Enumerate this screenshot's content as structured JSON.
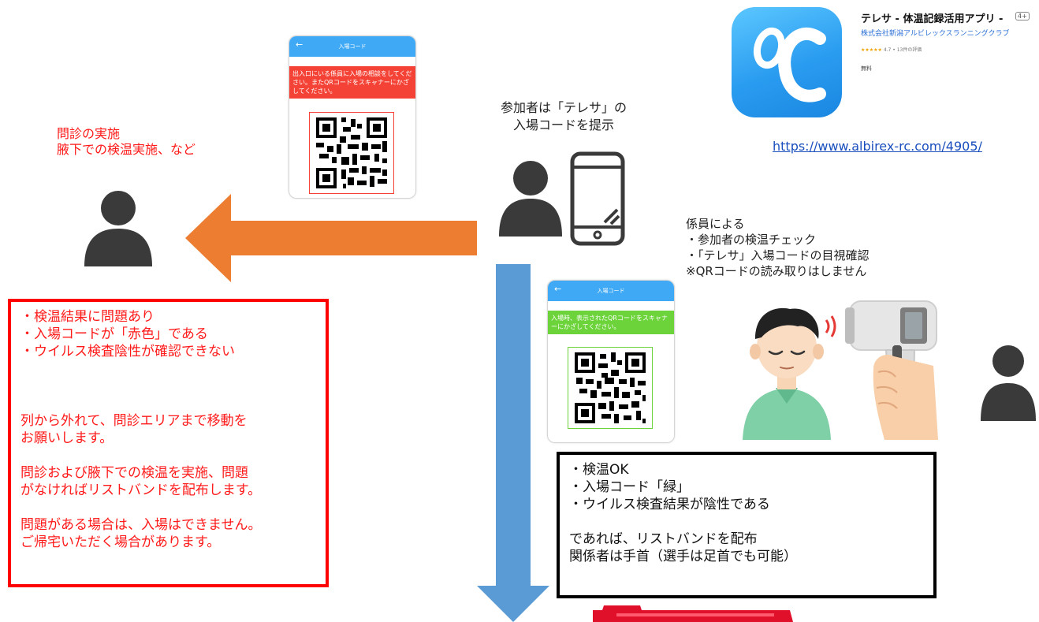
{
  "app": {
    "title": "テレサ - 体温記録活用アプリ -",
    "age_rating": "4+",
    "developer": "株式会社新潟アルビレックスランニングクラブ",
    "rating": "4.7 • 13件の評価",
    "rating_stars": "★★★★★",
    "price": "無料",
    "url": "https://www.albirex-rc.com/4905/",
    "icon_color": "#2a9cf0"
  },
  "phone_red": {
    "title": "入場コード",
    "message": "出入口にいる係員に入場の相談をしてください。またQRコードをスキャナーにかざしてください。",
    "status_color": "#f44336"
  },
  "phone_green": {
    "title": "入場コード",
    "message": "入場時、表示されたQRコードをスキャナーにかざしてください。",
    "status_color": "#6cd43a"
  },
  "red_note": "問診の実施\n腋下での検温実施、など",
  "center_caption": "参加者は「テレサ」の\n入場コードを提示",
  "staff_note": "係員による\n・参加者の検温チェック\n・「テレサ」入場コードの目視確認\n※QRコードの読み取りはしません",
  "red_box": {
    "lines_top": [
      "・検温結果に問題あり",
      "・入場コードが「赤色」である",
      "・ウイルス検査陰性が確認できない"
    ],
    "para1": [
      "列から外れて、問診エリアまで移動を",
      "お願いします。"
    ],
    "para2": [
      "問診および腋下での検温を実施、問題",
      "がなければリストバンドを配布します。"
    ],
    "para3": [
      "問題がある場合は、入場はできません。",
      "ご帰宅いただく場合があります。"
    ]
  },
  "black_box": {
    "lines_top": [
      "・検温OK",
      "・入場コード「緑」",
      "・ウイルス検査結果が陰性である"
    ],
    "lines_bottom": [
      "であれば、リストバンドを配布",
      "関係者は手首（選手は足首でも可能）"
    ]
  },
  "colors": {
    "orange_arrow": "#ed7d31",
    "blue_arrow": "#5b9bd5",
    "person": "#3a3a3a",
    "wristband": "#e0102a"
  },
  "icons": [
    "person-icon",
    "smartphone-icon",
    "arrow-left",
    "arrow-down",
    "thermometer-gun",
    "wristband"
  ]
}
